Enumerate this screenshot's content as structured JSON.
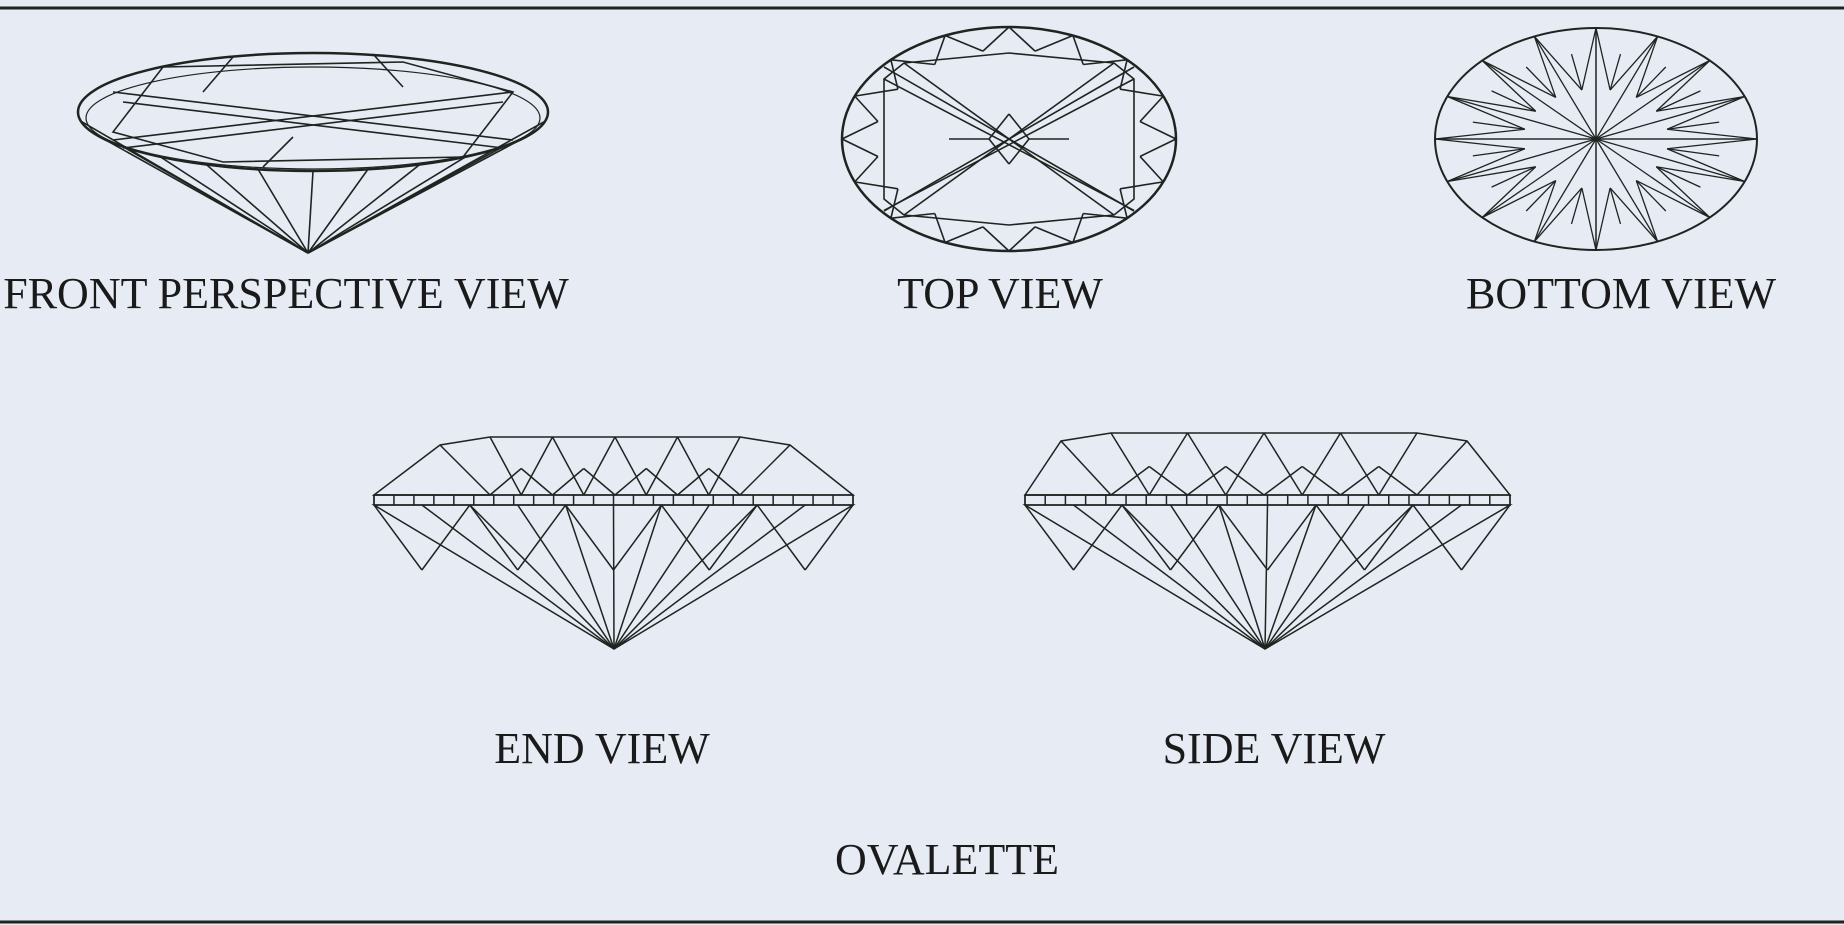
{
  "title": "OVALETTE",
  "views": {
    "front_perspective": "FRONT PERSPECTIVE VIEW",
    "top": "TOP VIEW",
    "bottom": "BOTTOM VIEW",
    "end": "END VIEW",
    "side": "SIDE VIEW"
  },
  "colors": {
    "background": "#e6ebf4",
    "ink": "#1e2420"
  }
}
